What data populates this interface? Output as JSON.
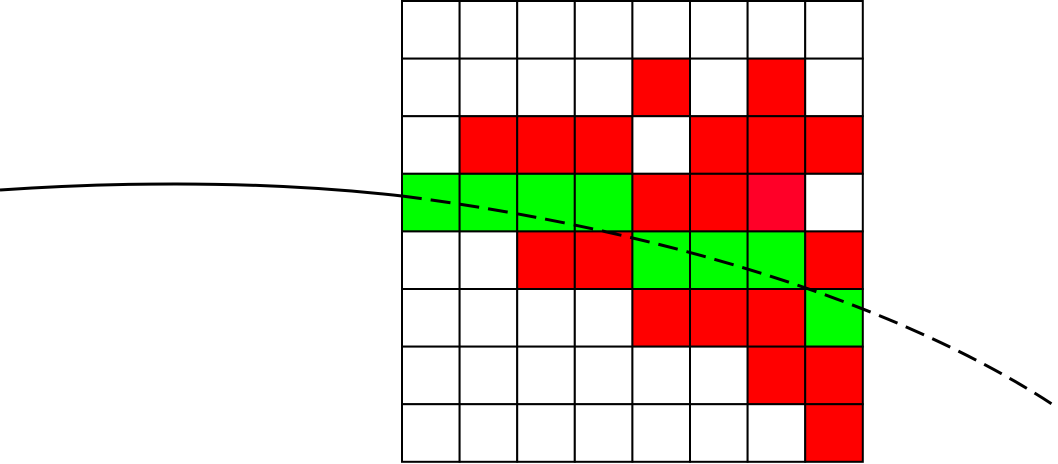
{
  "colors": {
    "empty": "#ffffff",
    "occupied": "#ff0000",
    "occupied_alt": "#ff0028",
    "path": "#00ff00",
    "grid_line": "#000000",
    "curve": "#000000"
  },
  "grid": {
    "rows": 8,
    "cols": 8,
    "legend_codes": {
      "w": "empty",
      "r": "occupied",
      "m": "occupied_alt",
      "g": "path"
    },
    "cells": [
      [
        "w",
        "w",
        "w",
        "w",
        "w",
        "w",
        "w",
        "w"
      ],
      [
        "w",
        "w",
        "w",
        "w",
        "r",
        "w",
        "r",
        "w"
      ],
      [
        "w",
        "r",
        "r",
        "r",
        "w",
        "r",
        "r",
        "r"
      ],
      [
        "g",
        "g",
        "g",
        "g",
        "r",
        "r",
        "m",
        "w"
      ],
      [
        "w",
        "w",
        "r",
        "r",
        "g",
        "g",
        "g",
        "r"
      ],
      [
        "w",
        "w",
        "w",
        "w",
        "r",
        "r",
        "r",
        "g"
      ],
      [
        "w",
        "w",
        "w",
        "w",
        "w",
        "w",
        "r",
        "r"
      ],
      [
        "w",
        "w",
        "w",
        "w",
        "w",
        "w",
        "w",
        "r"
      ]
    ]
  },
  "curve": {
    "segments": [
      {
        "style": "solid"
      },
      {
        "style": "dashed"
      }
    ]
  }
}
